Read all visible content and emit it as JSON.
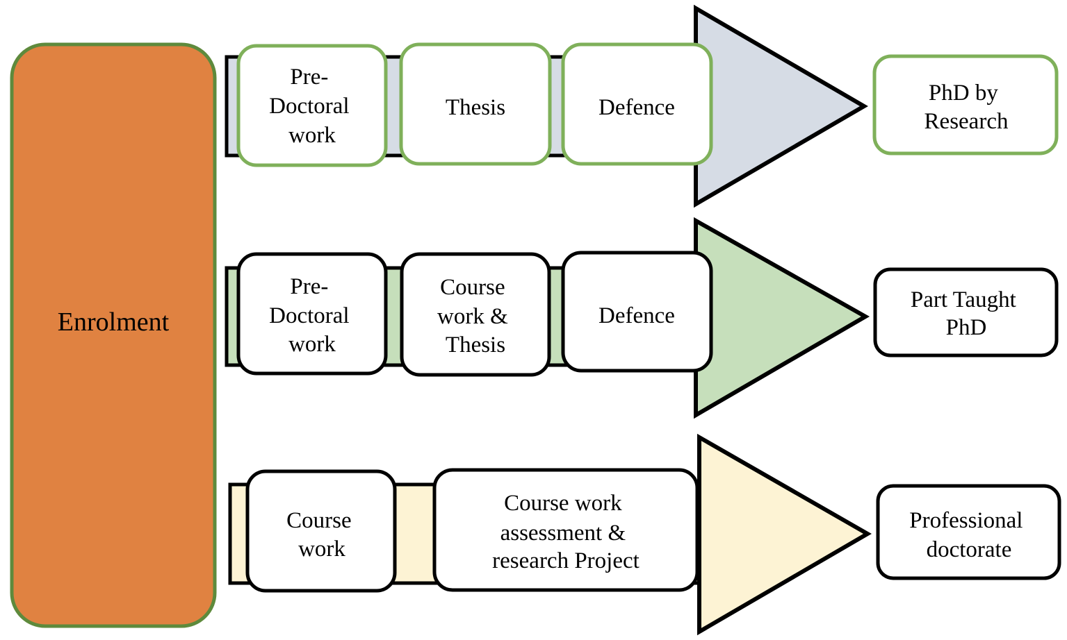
{
  "colors": {
    "enrolment_fill": "#e08241",
    "enrolment_border": "#5e8a3c",
    "track_research": "#d6dce5",
    "track_taught": "#c6dfbb",
    "track_professional": "#fdf3d4",
    "green_border": "#7fb05a",
    "black_border": "#000000"
  },
  "enrolment": {
    "label": "Enrolment"
  },
  "tracks": [
    {
      "steps": [
        [
          "Pre-",
          "Doctoral",
          "work"
        ],
        [
          "Thesis"
        ],
        [
          "Defence"
        ]
      ],
      "outcome": [
        "PhD by",
        "Research"
      ]
    },
    {
      "steps": [
        [
          "Pre-",
          "Doctoral",
          "work"
        ],
        [
          "Course",
          "work &",
          "Thesis"
        ],
        [
          "Defence"
        ]
      ],
      "outcome": [
        "Part Taught",
        "PhD"
      ]
    },
    {
      "steps": [
        [
          "Course",
          "work"
        ],
        [
          "Course work",
          "assessment &",
          "research Project"
        ]
      ],
      "outcome": [
        "Professional",
        "doctorate"
      ]
    }
  ]
}
